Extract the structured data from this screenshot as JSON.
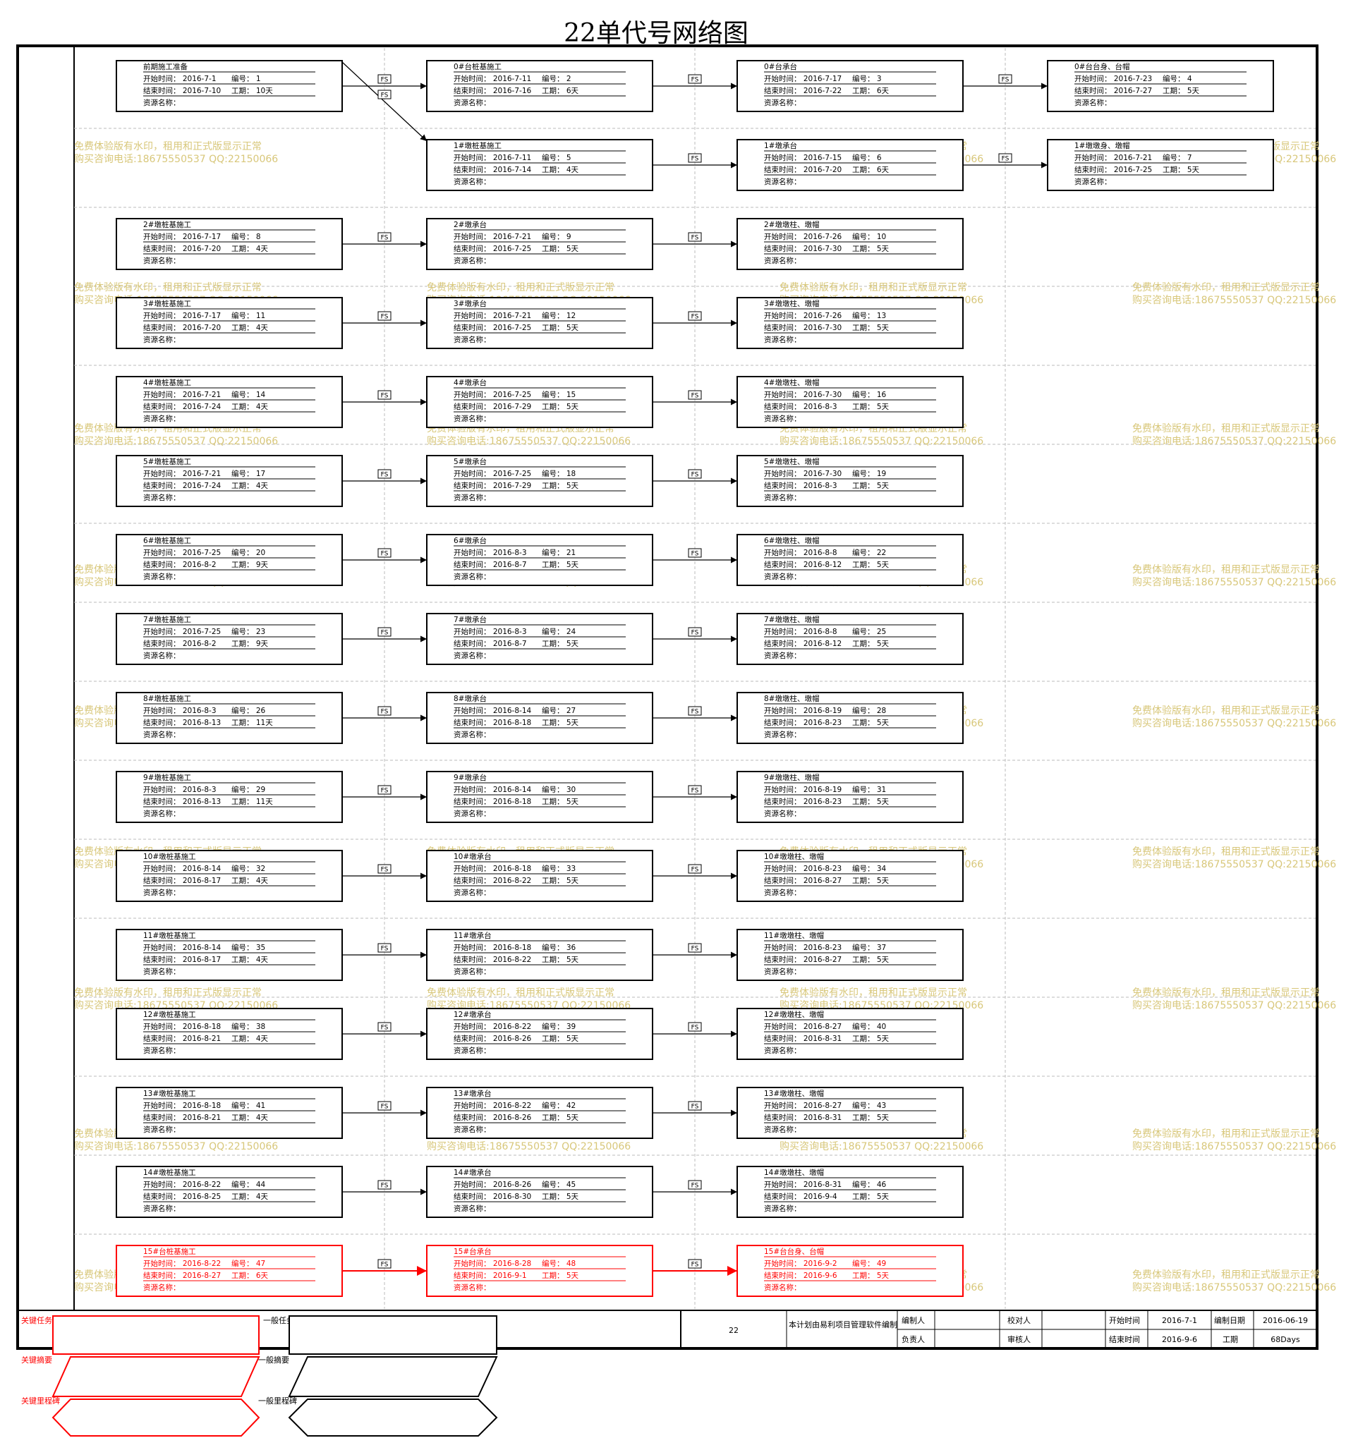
{
  "title": "22单代号网络图",
  "labels": {
    "start": "开始时间：",
    "end": "结束时间：",
    "id": "编号：",
    "dur": "工期：",
    "res": "资源名称：",
    "link": "FS"
  },
  "tasks": [
    {
      "id": 1,
      "row": 0,
      "col": 0,
      "name": "前期施工准备",
      "start": "2016-7-1",
      "end": "2016-7-10",
      "dur": "10天",
      "critical": false
    },
    {
      "id": 2,
      "row": 0,
      "col": 1,
      "name": "0#台桩基施工",
      "start": "2016-7-11",
      "end": "2016-7-16",
      "dur": "6天",
      "critical": false
    },
    {
      "id": 3,
      "row": 0,
      "col": 2,
      "name": "0#台承台",
      "start": "2016-7-17",
      "end": "2016-7-22",
      "dur": "6天",
      "critical": false
    },
    {
      "id": 4,
      "row": 0,
      "col": 3,
      "name": "0#台台身、台帽",
      "start": "2016-7-23",
      "end": "2016-7-27",
      "dur": "5天",
      "critical": false
    },
    {
      "id": 5,
      "row": 1,
      "col": 1,
      "name": "1#墩桩基施工",
      "start": "2016-7-11",
      "end": "2016-7-14",
      "dur": "4天",
      "critical": false
    },
    {
      "id": 6,
      "row": 1,
      "col": 2,
      "name": "1#墩承台",
      "start": "2016-7-15",
      "end": "2016-7-20",
      "dur": "6天",
      "critical": false
    },
    {
      "id": 7,
      "row": 1,
      "col": 3,
      "name": "1#墩墩身、墩帽",
      "start": "2016-7-21",
      "end": "2016-7-25",
      "dur": "5天",
      "critical": false
    },
    {
      "id": 8,
      "row": 2,
      "col": 0,
      "name": "2#墩桩基施工",
      "start": "2016-7-17",
      "end": "2016-7-20",
      "dur": "4天",
      "critical": false
    },
    {
      "id": 9,
      "row": 2,
      "col": 1,
      "name": "2#墩承台",
      "start": "2016-7-21",
      "end": "2016-7-25",
      "dur": "5天",
      "critical": false
    },
    {
      "id": 10,
      "row": 2,
      "col": 2,
      "name": "2#墩墩柱、墩帽",
      "start": "2016-7-26",
      "end": "2016-7-30",
      "dur": "5天",
      "critical": false
    },
    {
      "id": 11,
      "row": 3,
      "col": 0,
      "name": "3#墩桩基施工",
      "start": "2016-7-17",
      "end": "2016-7-20",
      "dur": "4天",
      "critical": false
    },
    {
      "id": 12,
      "row": 3,
      "col": 1,
      "name": "3#墩承台",
      "start": "2016-7-21",
      "end": "2016-7-25",
      "dur": "5天",
      "critical": false
    },
    {
      "id": 13,
      "row": 3,
      "col": 2,
      "name": "3#墩墩柱、墩帽",
      "start": "2016-7-26",
      "end": "2016-7-30",
      "dur": "5天",
      "critical": false
    },
    {
      "id": 14,
      "row": 4,
      "col": 0,
      "name": "4#墩桩基施工",
      "start": "2016-7-21",
      "end": "2016-7-24",
      "dur": "4天",
      "critical": false
    },
    {
      "id": 15,
      "row": 4,
      "col": 1,
      "name": "4#墩承台",
      "start": "2016-7-25",
      "end": "2016-7-29",
      "dur": "5天",
      "critical": false
    },
    {
      "id": 16,
      "row": 4,
      "col": 2,
      "name": "4#墩墩柱、墩帽",
      "start": "2016-7-30",
      "end": "2016-8-3",
      "dur": "5天",
      "critical": false
    },
    {
      "id": 17,
      "row": 5,
      "col": 0,
      "name": "5#墩桩基施工",
      "start": "2016-7-21",
      "end": "2016-7-24",
      "dur": "4天",
      "critical": false
    },
    {
      "id": 18,
      "row": 5,
      "col": 1,
      "name": "5#墩承台",
      "start": "2016-7-25",
      "end": "2016-7-29",
      "dur": "5天",
      "critical": false
    },
    {
      "id": 19,
      "row": 5,
      "col": 2,
      "name": "5#墩墩柱、墩帽",
      "start": "2016-7-30",
      "end": "2016-8-3",
      "dur": "5天",
      "critical": false
    },
    {
      "id": 20,
      "row": 6,
      "col": 0,
      "name": "6#墩桩基施工",
      "start": "2016-7-25",
      "end": "2016-8-2",
      "dur": "9天",
      "critical": false
    },
    {
      "id": 21,
      "row": 6,
      "col": 1,
      "name": "6#墩承台",
      "start": "2016-8-3",
      "end": "2016-8-7",
      "dur": "5天",
      "critical": false
    },
    {
      "id": 22,
      "row": 6,
      "col": 2,
      "name": "6#墩墩柱、墩帽",
      "start": "2016-8-8",
      "end": "2016-8-12",
      "dur": "5天",
      "critical": false
    },
    {
      "id": 23,
      "row": 7,
      "col": 0,
      "name": "7#墩桩基施工",
      "start": "2016-7-25",
      "end": "2016-8-2",
      "dur": "9天",
      "critical": false
    },
    {
      "id": 24,
      "row": 7,
      "col": 1,
      "name": "7#墩承台",
      "start": "2016-8-3",
      "end": "2016-8-7",
      "dur": "5天",
      "critical": false
    },
    {
      "id": 25,
      "row": 7,
      "col": 2,
      "name": "7#墩墩柱、墩帽",
      "start": "2016-8-8",
      "end": "2016-8-12",
      "dur": "5天",
      "critical": false
    },
    {
      "id": 26,
      "row": 8,
      "col": 0,
      "name": "8#墩桩基施工",
      "start": "2016-8-3",
      "end": "2016-8-13",
      "dur": "11天",
      "critical": false
    },
    {
      "id": 27,
      "row": 8,
      "col": 1,
      "name": "8#墩承台",
      "start": "2016-8-14",
      "end": "2016-8-18",
      "dur": "5天",
      "critical": false
    },
    {
      "id": 28,
      "row": 8,
      "col": 2,
      "name": "8#墩墩柱、墩帽",
      "start": "2016-8-19",
      "end": "2016-8-23",
      "dur": "5天",
      "critical": false
    },
    {
      "id": 29,
      "row": 9,
      "col": 0,
      "name": "9#墩桩基施工",
      "start": "2016-8-3",
      "end": "2016-8-13",
      "dur": "11天",
      "critical": false
    },
    {
      "id": 30,
      "row": 9,
      "col": 1,
      "name": "9#墩承台",
      "start": "2016-8-14",
      "end": "2016-8-18",
      "dur": "5天",
      "critical": false
    },
    {
      "id": 31,
      "row": 9,
      "col": 2,
      "name": "9#墩墩柱、墩帽",
      "start": "2016-8-19",
      "end": "2016-8-23",
      "dur": "5天",
      "critical": false
    },
    {
      "id": 32,
      "row": 10,
      "col": 0,
      "name": "10#墩桩基施工",
      "start": "2016-8-14",
      "end": "2016-8-17",
      "dur": "4天",
      "critical": false
    },
    {
      "id": 33,
      "row": 10,
      "col": 1,
      "name": "10#墩承台",
      "start": "2016-8-18",
      "end": "2016-8-22",
      "dur": "5天",
      "critical": false
    },
    {
      "id": 34,
      "row": 10,
      "col": 2,
      "name": "10#墩墩柱、墩帽",
      "start": "2016-8-23",
      "end": "2016-8-27",
      "dur": "5天",
      "critical": false
    },
    {
      "id": 35,
      "row": 11,
      "col": 0,
      "name": "11#墩桩基施工",
      "start": "2016-8-14",
      "end": "2016-8-17",
      "dur": "4天",
      "critical": false
    },
    {
      "id": 36,
      "row": 11,
      "col": 1,
      "name": "11#墩承台",
      "start": "2016-8-18",
      "end": "2016-8-22",
      "dur": "5天",
      "critical": false
    },
    {
      "id": 37,
      "row": 11,
      "col": 2,
      "name": "11#墩墩柱、墩帽",
      "start": "2016-8-23",
      "end": "2016-8-27",
      "dur": "5天",
      "critical": false
    },
    {
      "id": 38,
      "row": 12,
      "col": 0,
      "name": "12#墩桩基施工",
      "start": "2016-8-18",
      "end": "2016-8-21",
      "dur": "4天",
      "critical": false
    },
    {
      "id": 39,
      "row": 12,
      "col": 1,
      "name": "12#墩承台",
      "start": "2016-8-22",
      "end": "2016-8-26",
      "dur": "5天",
      "critical": false
    },
    {
      "id": 40,
      "row": 12,
      "col": 2,
      "name": "12#墩墩柱、墩帽",
      "start": "2016-8-27",
      "end": "2016-8-31",
      "dur": "5天",
      "critical": false
    },
    {
      "id": 41,
      "row": 13,
      "col": 0,
      "name": "13#墩桩基施工",
      "start": "2016-8-18",
      "end": "2016-8-21",
      "dur": "4天",
      "critical": false
    },
    {
      "id": 42,
      "row": 13,
      "col": 1,
      "name": "13#墩承台",
      "start": "2016-8-22",
      "end": "2016-8-26",
      "dur": "5天",
      "critical": false
    },
    {
      "id": 43,
      "row": 13,
      "col": 2,
      "name": "13#墩墩柱、墩帽",
      "start": "2016-8-27",
      "end": "2016-8-31",
      "dur": "5天",
      "critical": false
    },
    {
      "id": 44,
      "row": 14,
      "col": 0,
      "name": "14#墩桩基施工",
      "start": "2016-8-22",
      "end": "2016-8-25",
      "dur": "4天",
      "critical": false
    },
    {
      "id": 45,
      "row": 14,
      "col": 1,
      "name": "14#墩承台",
      "start": "2016-8-26",
      "end": "2016-8-30",
      "dur": "5天",
      "critical": false
    },
    {
      "id": 46,
      "row": 14,
      "col": 2,
      "name": "14#墩墩柱、墩帽",
      "start": "2016-8-31",
      "end": "2016-9-4",
      "dur": "5天",
      "critical": false
    },
    {
      "id": 47,
      "row": 15,
      "col": 0,
      "name": "15#台桩基施工",
      "start": "2016-8-22",
      "end": "2016-8-27",
      "dur": "6天",
      "critical": true
    },
    {
      "id": 48,
      "row": 15,
      "col": 1,
      "name": "15#台承台",
      "start": "2016-8-28",
      "end": "2016-9-1",
      "dur": "5天",
      "critical": true
    },
    {
      "id": 49,
      "row": 15,
      "col": 2,
      "name": "15#台台身、台帽",
      "start": "2016-9-2",
      "end": "2016-9-6",
      "dur": "5天",
      "critical": true
    }
  ],
  "links": [
    [
      1,
      2
    ],
    [
      1,
      5
    ],
    [
      2,
      3
    ],
    [
      3,
      4
    ],
    [
      5,
      6
    ],
    [
      6,
      7
    ],
    [
      8,
      9
    ],
    [
      9,
      10
    ],
    [
      11,
      12
    ],
    [
      12,
      13
    ],
    [
      14,
      15
    ],
    [
      15,
      16
    ],
    [
      17,
      18
    ],
    [
      18,
      19
    ],
    [
      20,
      21
    ],
    [
      21,
      22
    ],
    [
      23,
      24
    ],
    [
      24,
      25
    ],
    [
      26,
      27
    ],
    [
      27,
      28
    ],
    [
      29,
      30
    ],
    [
      30,
      31
    ],
    [
      32,
      33
    ],
    [
      33,
      34
    ],
    [
      35,
      36
    ],
    [
      36,
      37
    ],
    [
      38,
      39
    ],
    [
      39,
      40
    ],
    [
      41,
      42
    ],
    [
      42,
      43
    ],
    [
      44,
      45
    ],
    [
      45,
      46
    ],
    [
      47,
      48
    ],
    [
      48,
      49
    ]
  ],
  "watermark": {
    "line1": "免费体验版有水印，租用和正式版显示正常",
    "line2": "购买咨询电话:18675550537 QQ:22150066"
  },
  "footer": {
    "page_num": "22",
    "software": "本计划由易利项目管理软件编制",
    "editor_label": "编制人",
    "checker_label": "校对人",
    "start_label": "开始时间",
    "start_value": "2016-7-1",
    "compile_date_label": "编制日期",
    "compile_date_value": "2016-06-19",
    "owner_label": "负责人",
    "reviewer_label": "审核人",
    "end_label": "结束时间",
    "end_value": "2016-9-6",
    "duration_label": "工期",
    "duration_value": "68Days"
  },
  "legend": {
    "critical_task": "关键任务",
    "normal_task": "一般任务",
    "critical_summary": "关键摘要",
    "normal_summary": "一般摘要",
    "critical_milestone": "关键里程碑",
    "normal_milestone": "一般里程碑"
  },
  "colors": {
    "critical": "#ff0000",
    "normal": "#000000",
    "watermark": "#d8c77a",
    "grid": "#bbbbbb"
  }
}
